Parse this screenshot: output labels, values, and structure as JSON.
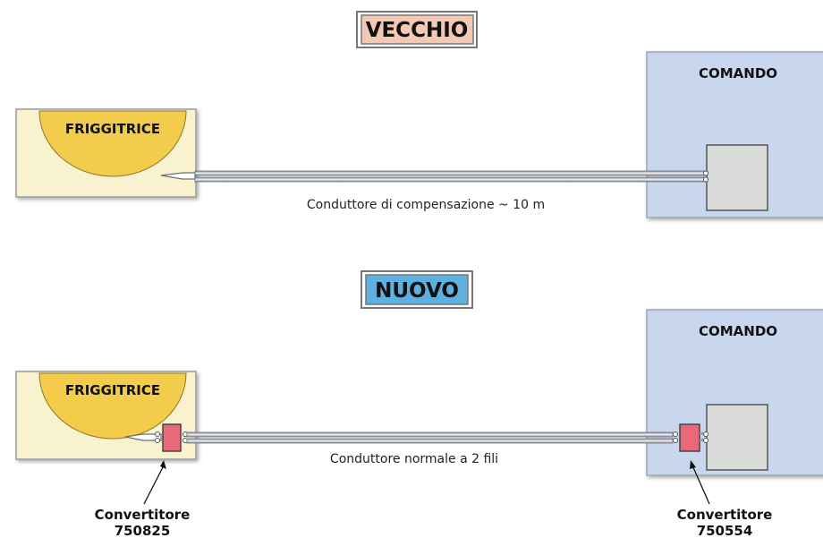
{
  "old_section": {
    "title": "VECCHIO",
    "title_fill": "#f3c9b4",
    "fryer_label": "FRIGGITRICE",
    "control_label": "COMANDO",
    "cable_label": "Conduttore di compensazione ~ 10 m"
  },
  "new_section": {
    "title": "NUOVO",
    "title_fill": "#5fb0de",
    "fryer_label": "FRIGGITRICE",
    "control_label": "COMANDO",
    "cable_label": "Conduttore normale a 2 fili",
    "converter_left": {
      "line1": "Convertitore",
      "line2": "750825"
    },
    "converter_right": {
      "line1": "Convertitore",
      "line2": "750554"
    }
  },
  "colors": {
    "fryer_fill": "#f8f2cf",
    "fryer_dome": "#f3cc4c",
    "control_fill": "#c8d6ee",
    "control_inner": "#d9dcd8",
    "converter_fill": "#e86a78",
    "wire": "#8a8f98"
  }
}
